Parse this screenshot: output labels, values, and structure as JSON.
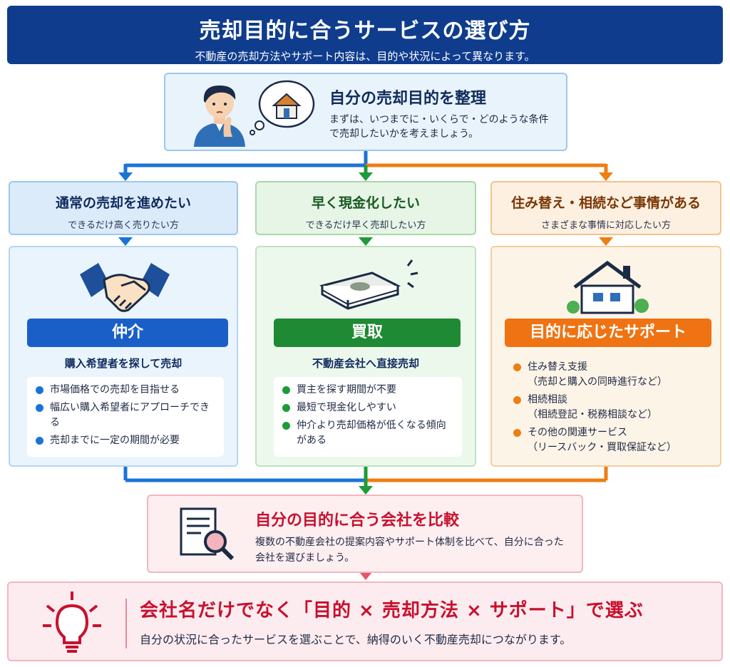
{
  "header": {
    "title": "売却目的に合うサービスの選び方",
    "subtitle": "不動産の売却方法やサポート内容は、目的や状況によって異なります。"
  },
  "purpose": {
    "title": "自分の売却目的を整理",
    "desc": "まずは、いつまでに・いくらで・どのような条件で売却したいかを考えましょう。"
  },
  "categories": [
    {
      "title": "通常の売却を進めたい",
      "sub": "できるだけ高く売りたい方"
    },
    {
      "title": "早く現金化したい",
      "sub": "できるだけ早く売却したい方"
    },
    {
      "title": "住み替え・相続など事情がある",
      "sub": "さまざまな事情に対応したい方"
    }
  ],
  "panels": [
    {
      "label": "仲介",
      "sub": "購入希望者を探して売却",
      "items": [
        "市場価格での売却を目指せる",
        "幅広い購入希望者にアプローチできる",
        "売却までに一定の期間が必要"
      ]
    },
    {
      "label": "買取",
      "sub": "不動産会社へ直接売却",
      "items": [
        "買主を探す期間が不要",
        "最短で現金化しやすい",
        "仲介より売却価格が低くなる傾向がある"
      ]
    },
    {
      "label": "目的に応じたサポート",
      "items": [
        "住み替え支援",
        "（売却と購入の同時進行など）",
        "相続相談",
        "（相続登記・税務相談など）",
        "その他の関連サービス",
        "（リースバック・買取保証など）"
      ]
    }
  ],
  "compare": {
    "title": "自分の目的に合う会社を比較",
    "desc": "複数の不動産会社の提案内容やサポート体制を比べて、自分に合った会社を選びましょう。"
  },
  "bottom": {
    "title": "会社名だけでなく「目的 × 売却方法 × サポート」で選ぶ",
    "desc": "自分の状況に合ったサービスを選ぶことで、納得のいく不動産売却につながります。"
  },
  "colors": {
    "navy": "#0f3c8c",
    "blue": "#1a73d9",
    "green": "#1e9a3a",
    "orange": "#ef7d12",
    "red": "#c8102e"
  },
  "icons": [
    "thinking-person-icon",
    "house-thought-icon",
    "handshake-icon",
    "cash-stack-icon",
    "house-icon",
    "document-search-icon",
    "lightbulb-icon"
  ]
}
